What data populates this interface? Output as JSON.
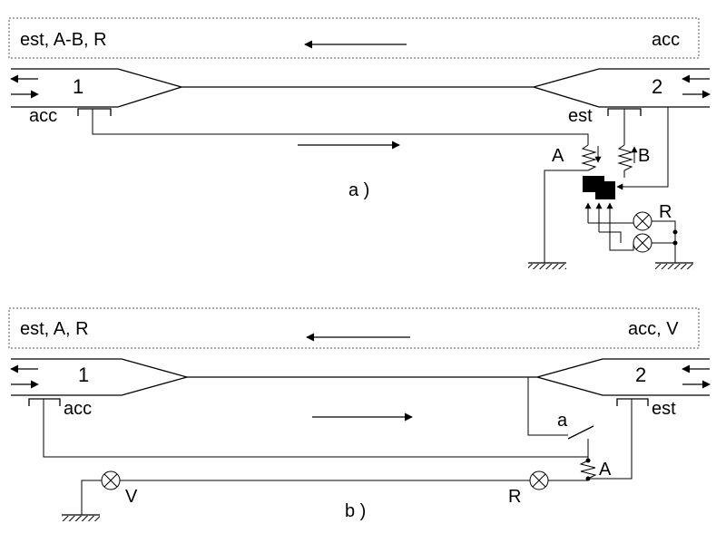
{
  "panel_a": {
    "box_left_text": "est, A-B, R",
    "box_right_text": "acc",
    "station_1": "1",
    "station_2": "2",
    "left_contact_label": "acc",
    "right_contact_label": "est",
    "relay_a_label": "A",
    "relay_b_label": "B",
    "lamp_label": "R",
    "caption": "a )"
  },
  "panel_b": {
    "box_left_text": "est, A, R",
    "box_right_text": "acc, V",
    "station_1": "1",
    "station_2": "2",
    "left_contact_label": "acc",
    "right_contact_label": "est",
    "switch_label": "a",
    "relay_a_label": "A",
    "lamp_v_label": "V",
    "lamp_r_label": "R",
    "caption": "b )"
  }
}
